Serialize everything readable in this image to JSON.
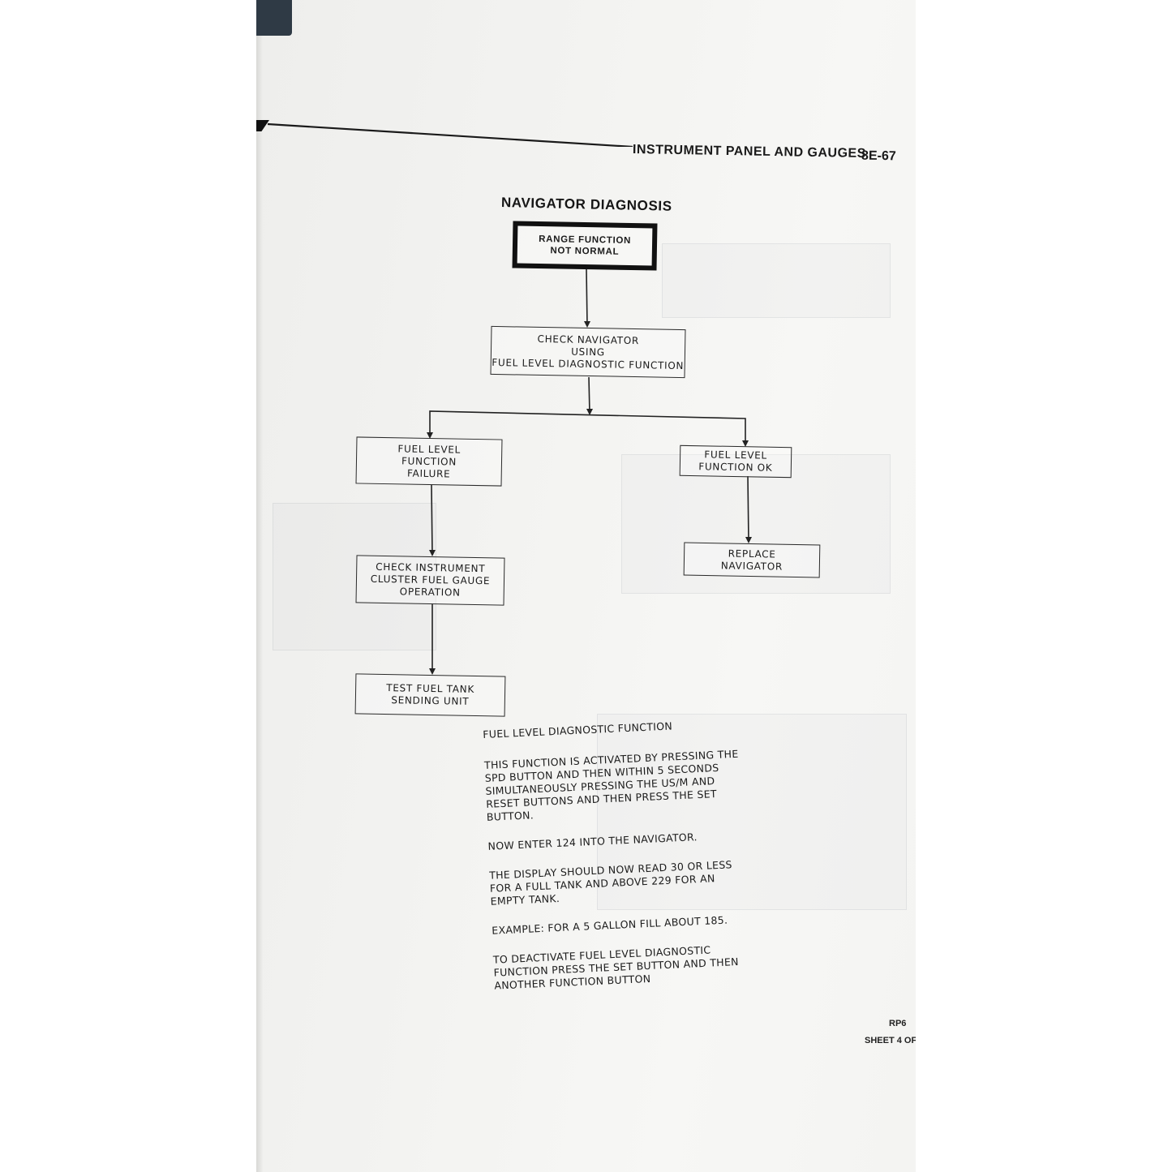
{
  "header": {
    "section_title": "INSTRUMENT PANEL AND GAUGES",
    "page_number": "8E-67"
  },
  "diagram": {
    "title": "NAVIGATOR DIAGNOSIS",
    "boxes": {
      "start": "RANGE FUNCTION\nNOT NORMAL",
      "check_navigator": "CHECK NAVIGATOR\nUSING\nFUEL LEVEL DIAGNOSTIC FUNCTION",
      "fuel_failure": "FUEL LEVEL\nFUNCTION\nFAILURE",
      "fuel_ok": "FUEL LEVEL\nFUNCTION OK",
      "check_cluster": "CHECK  INSTRUMENT\nCLUSTER FUEL GAUGE\nOPERATION",
      "replace_navigator": "REPLACE\nNAVIGATOR",
      "test_tank": "TEST FUEL TANK\nSENDING UNIT"
    }
  },
  "notes": {
    "title": "FUEL LEVEL DIAGNOSTIC FUNCTION",
    "paragraphs": [
      "THIS FUNCTION IS ACTIVATED BY PRESSING THE SPD BUTTON AND THEN WITHIN 5 SECONDS SIMULTANEOUSLY PRESSING THE US/M AND RESET BUTTONS AND THEN PRESS THE SET BUTTON.",
      "NOW ENTER 124 INTO THE NAVIGATOR.",
      "THE DISPLAY SHOULD NOW READ 30 OR LESS FOR A FULL TANK AND ABOVE 229 FOR AN EMPTY TANK.",
      "EXAMPLE: FOR A 5 GALLON FILL ABOUT 185.",
      "TO DEACTIVATE FUEL LEVEL DIAGNOSTIC FUNCTION PRESS THE SET BUTTON AND THEN ANOTHER FUNCTION BUTTON"
    ]
  },
  "footer": {
    "code": "RP6",
    "sheet": "SHEET 4 OF"
  }
}
